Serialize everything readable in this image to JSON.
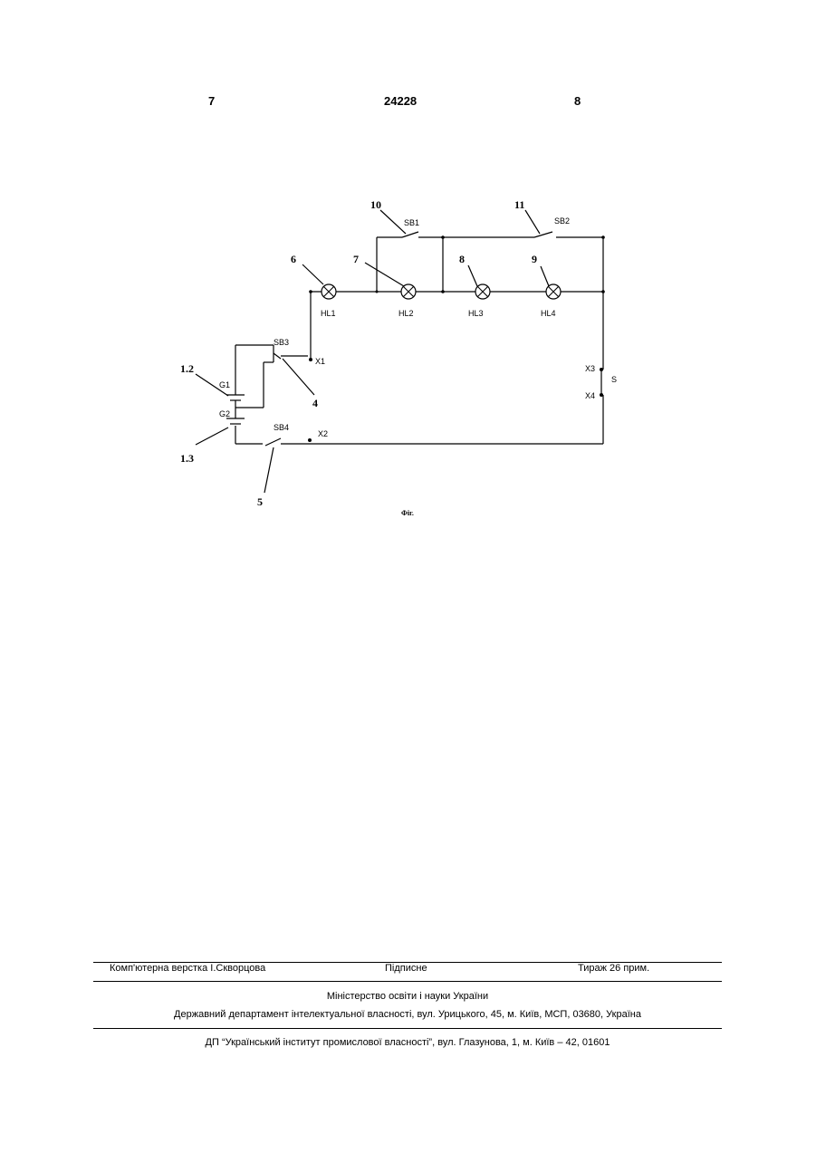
{
  "header": {
    "left_page": "7",
    "patent_number": "24228",
    "right_page": "8"
  },
  "figure": {
    "caption": "Фіг.",
    "ref_numbers": [
      "10",
      "11",
      "6",
      "7",
      "8",
      "9",
      "1.2",
      "1.3",
      "4",
      "5"
    ],
    "component_labels": [
      "SB1",
      "SB2",
      "HL1",
      "HL2",
      "HL3",
      "HL4",
      "SB3",
      "X1",
      "G1",
      "G2",
      "SB4",
      "X2",
      "X3",
      "X4",
      "S"
    ]
  },
  "footer": {
    "compositor": "Комп'ютерна верстка І.Скворцова",
    "signed": "Підписне",
    "circulation": "Тираж 26 прим.",
    "ministry": "Міністерство освіти і науки України",
    "department": "Державний департамент інтелектуальної власності, вул. Урицького, 45, м. Київ, МСП, 03680, Україна",
    "institute": "ДП “Український інститут промислової власності”, вул. Глазунова, 1, м. Київ – 42, 01601"
  }
}
